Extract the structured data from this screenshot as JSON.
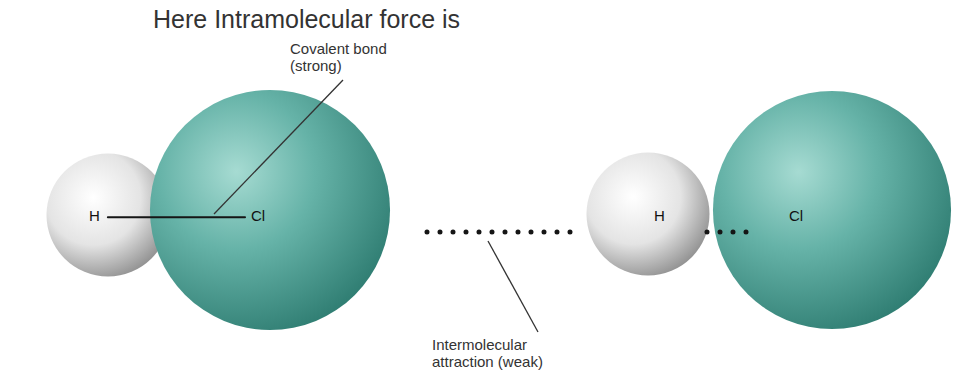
{
  "diagram": {
    "nodes": [
      {
        "text": [
          "H"
        ]
      },
      {
        "text": [
          "Cl"
        ]
      },
      {
        "text": [
          "H"
        ]
      },
      {
        "text": [
          "Cl"
        ]
      }
    ],
    "edges": [
      {
        "from": 0,
        "to": 1,
        "arrow": "none"
      },
      {
        "from": 1,
        "to": 2,
        "arrow": "none"
      },
      {
        "from": 2,
        "to": 3,
        "arrow": "none"
      }
    ],
    "labels": [
      "Here Intramolecular force is",
      "Covalent bond (strong)",
      "Intermolecular attraction (weak)"
    ]
  }
}
